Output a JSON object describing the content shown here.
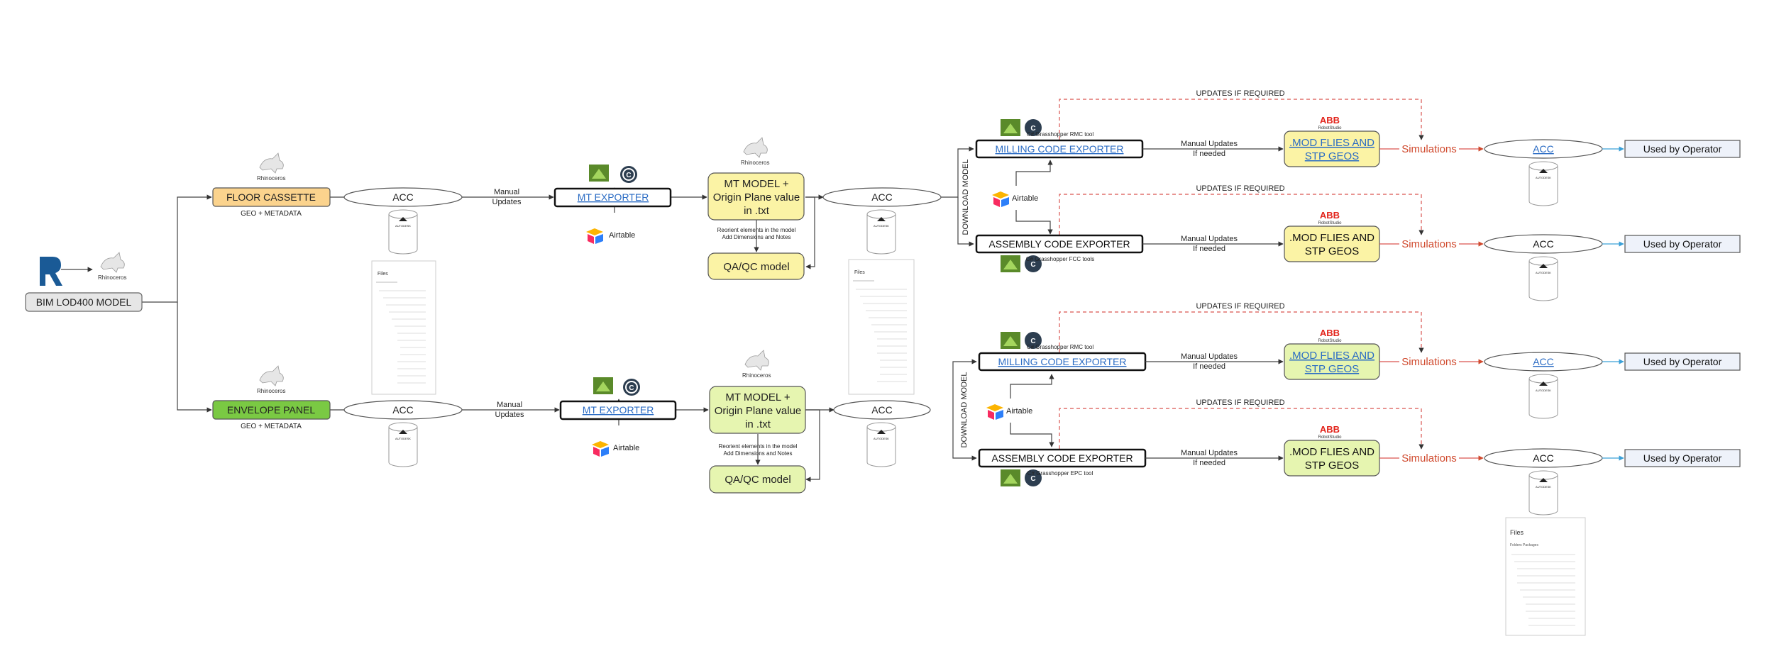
{
  "source": {
    "label": "BIM LOD400 MODEL"
  },
  "top_branch": {
    "panel": "FLOOR CASSETTE",
    "panel_sub": "GEO + METADATA",
    "acc1": "ACC",
    "manual_updates": [
      "Manual",
      "Updates"
    ],
    "exporter": "MT EXPORTER",
    "airtable": "Airtable",
    "mt_model": [
      "MT MODEL +",
      "Origin Plane value",
      "in .txt"
    ],
    "reorient": [
      "Reorient elements in the model",
      "Add Dimensions and Notes"
    ],
    "qaqc": "QA/QC model",
    "acc2": "ACC",
    "download": "DOWNLOAD MODEL",
    "rows": [
      {
        "exporter": "MILLING CODE EXPORTER",
        "exporter_link": true,
        "tool_note": "C# Grasshopper RMC tool",
        "manual": [
          "Manual Updates",
          "If needed"
        ],
        "mod": [
          ".MOD FLIES AND",
          "STP GEOS"
        ],
        "mod_link": true,
        "abb": "ABB",
        "robotstudio": "RobotStudio",
        "sim": "Simulations",
        "acc": "ACC",
        "acc_link": true,
        "operator": "Used by Operator",
        "updates": "UPDATES IF REQUIRED"
      },
      {
        "exporter": "ASSEMBLY CODE EXPORTER",
        "exporter_link": false,
        "tool_note": "C# Grasshopper FCC tools",
        "manual": [
          "Manual Updates",
          "If needed"
        ],
        "mod": [
          ".MOD FLIES AND",
          "STP GEOS"
        ],
        "mod_link": false,
        "abb": "ABB",
        "robotstudio": "RobotStudio",
        "sim": "Simulations",
        "acc": "ACC",
        "acc_link": false,
        "operator": "Used by Operator",
        "updates": "UPDATES IF REQUIRED"
      }
    ]
  },
  "bottom_branch": {
    "panel": "ENVELOPE PANEL",
    "panel_sub": "GEO + METADATA",
    "acc1": "ACC",
    "manual_updates": [
      "Manual",
      "Updates"
    ],
    "exporter": "MT EXPORTER",
    "airtable": "Airtable",
    "mt_model": [
      "MT MODEL +",
      "Origin Plane value",
      "in .txt"
    ],
    "reorient": [
      "Reorient elements in the model",
      "Add Dimensions and Notes"
    ],
    "qaqc": "QA/QC model",
    "acc2": "ACC",
    "download": "DOWNLOAD MODEL",
    "rows": [
      {
        "exporter": "MILLING CODE EXPORTER",
        "exporter_link": true,
        "tool_note": "C# Grasshopper RMC tool",
        "manual": [
          "Manual Updates",
          "If needed"
        ],
        "mod": [
          ".MOD FLIES AND",
          "STP GEOS"
        ],
        "mod_link": true,
        "abb": "ABB",
        "robotstudio": "RobotStudio",
        "sim": "Simulations",
        "acc": "ACC",
        "acc_link": true,
        "operator": "Used by Operator",
        "updates": "UPDATES IF REQUIRED"
      },
      {
        "exporter": "ASSEMBLY CODE EXPORTER",
        "exporter_link": false,
        "tool_note": "C# Grasshopper EPC tool",
        "manual": [
          "Manual Updates",
          "If needed"
        ],
        "mod": [
          ".MOD FLIES AND",
          "STP GEOS"
        ],
        "mod_link": false,
        "abb": "ABB",
        "robotstudio": "RobotStudio",
        "sim": "Simulations",
        "acc": "ACC",
        "acc_link": false,
        "operator": "Used by Operator",
        "updates": "UPDATES IF REQUIRED"
      }
    ]
  },
  "logos": {
    "rhino": "Rhinoceros",
    "autodesk": "AUTODESK",
    "revit": "R",
    "csharp": "C"
  },
  "files_panel": {
    "title": "Files",
    "tabs": [
      "Folders",
      "Packages"
    ]
  },
  "colors": {
    "source_fill": "#e6e6e6",
    "floor_fill": "#fbd38d",
    "envelope_fill": "#7ac943",
    "top_model_fill": "#fbf3a5",
    "bottom_model_fill": "#e6f5b0",
    "operator_fill": "#eef2fa",
    "link": "#2b6cc4",
    "simulation": "#d04a2e",
    "dashed": "#d9534f",
    "airtable_blue": "#2d7ff9",
    "airtable_yellow": "#fcb400",
    "airtable_red": "#f82b60",
    "abb_red": "#e2231a"
  }
}
